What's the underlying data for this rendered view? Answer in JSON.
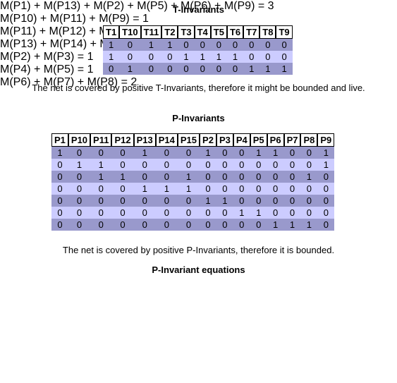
{
  "t_invariants": {
    "title": "T-Invariants",
    "headers": [
      "T1",
      "T10",
      "T11",
      "T2",
      "T3",
      "T4",
      "T5",
      "T6",
      "T7",
      "T8",
      "T9"
    ],
    "rows": [
      [
        "1",
        "0",
        "1",
        "1",
        "0",
        "0",
        "0",
        "0",
        "0",
        "0",
        "0"
      ],
      [
        "1",
        "0",
        "0",
        "0",
        "1",
        "1",
        "1",
        "1",
        "0",
        "0",
        "0"
      ],
      [
        "0",
        "1",
        "0",
        "0",
        "0",
        "0",
        "0",
        "0",
        "1",
        "1",
        "1"
      ]
    ],
    "note": "The net is covered by positive T-Invariants, therefore it might be bounded and live."
  },
  "p_invariants": {
    "title": "P-Invariants",
    "headers": [
      "P1",
      "P10",
      "P11",
      "P12",
      "P13",
      "P14",
      "P15",
      "P2",
      "P3",
      "P4",
      "P5",
      "P6",
      "P7",
      "P8",
      "P9"
    ],
    "rows": [
      [
        "1",
        "0",
        "0",
        "0",
        "1",
        "0",
        "0",
        "1",
        "0",
        "0",
        "1",
        "1",
        "0",
        "0",
        "1"
      ],
      [
        "0",
        "1",
        "1",
        "0",
        "0",
        "0",
        "0",
        "0",
        "0",
        "0",
        "0",
        "0",
        "0",
        "0",
        "1"
      ],
      [
        "0",
        "0",
        "1",
        "1",
        "0",
        "0",
        "1",
        "0",
        "0",
        "0",
        "0",
        "0",
        "0",
        "1",
        "0"
      ],
      [
        "0",
        "0",
        "0",
        "0",
        "1",
        "1",
        "1",
        "0",
        "0",
        "0",
        "0",
        "0",
        "0",
        "0",
        "0"
      ],
      [
        "0",
        "0",
        "0",
        "0",
        "0",
        "0",
        "0",
        "1",
        "1",
        "0",
        "0",
        "0",
        "0",
        "0",
        "0"
      ],
      [
        "0",
        "0",
        "0",
        "0",
        "0",
        "0",
        "0",
        "0",
        "0",
        "1",
        "1",
        "0",
        "0",
        "0",
        "0"
      ],
      [
        "0",
        "0",
        "0",
        "0",
        "0",
        "0",
        "0",
        "0",
        "0",
        "0",
        "0",
        "1",
        "1",
        "1",
        "0"
      ]
    ],
    "note": "The net is covered by positive P-Invariants, therefore it is bounded."
  },
  "equations": {
    "title": "P-Invariant equations",
    "lines": [
      "M(P1) + M(P13) + M(P2) + M(P5) + M(P6) + M(P9) = 3",
      "M(P10) + M(P11) + M(P9) = 1",
      "M(P11) + M(P12) + M(P15) + M(P8) = 3",
      "M(P13) + M(P14) + M(P15) = 2",
      "M(P2) + M(P3) = 1",
      "M(P4) + M(P5) = 1",
      "M(P6) + M(P7) + M(P8) = 2"
    ]
  }
}
